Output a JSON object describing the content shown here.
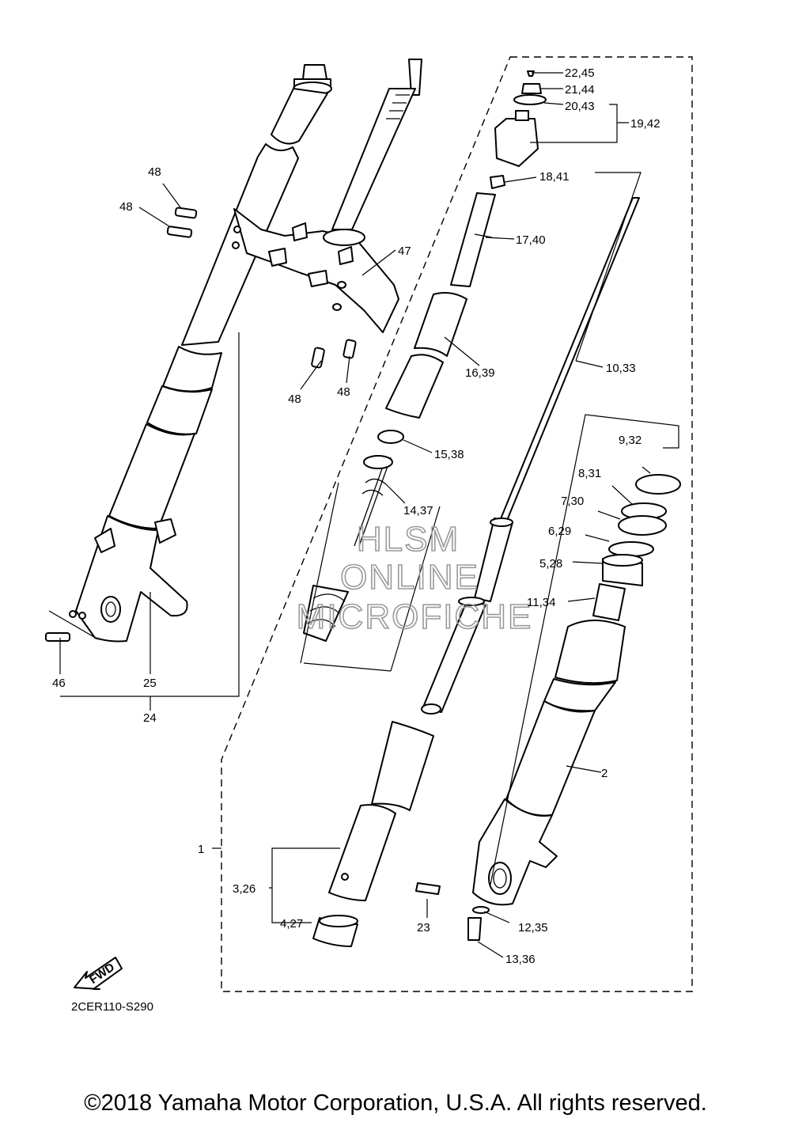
{
  "diagram_code": "2CER110-S290",
  "fwd_label": "FWD",
  "watermark": {
    "line1": "HLSM",
    "line2": "ONLINE",
    "line3": "MICROFICHE"
  },
  "copyright": "©2018 Yamaha Motor Corporation, U.S.A. All rights reserved.",
  "callouts": {
    "c22_45": "22,45",
    "c21_44": "21,44",
    "c20_43": "20,43",
    "c19_42": "19,42",
    "c18_41": "18,41",
    "c17_40": "17,40",
    "c47": "47",
    "c16_39": "16,39",
    "c10_33": "10,33",
    "c15_38": "15,38",
    "c14_37": "14,37",
    "c9_32": "9,32",
    "c8_31": "8,31",
    "c7_30": "7,30",
    "c6_29": "6,29",
    "c5_28": "5,28",
    "c11_34": "11,34",
    "c2": "2",
    "c1": "1",
    "c3_26": "3,26",
    "c4_27": "4,27",
    "c23": "23",
    "c12_35": "12,35",
    "c13_36": "13,36",
    "c48a": "48",
    "c48b": "48",
    "c48c": "48",
    "c48d": "48",
    "c46": "46",
    "c25": "25",
    "c24": "24"
  }
}
